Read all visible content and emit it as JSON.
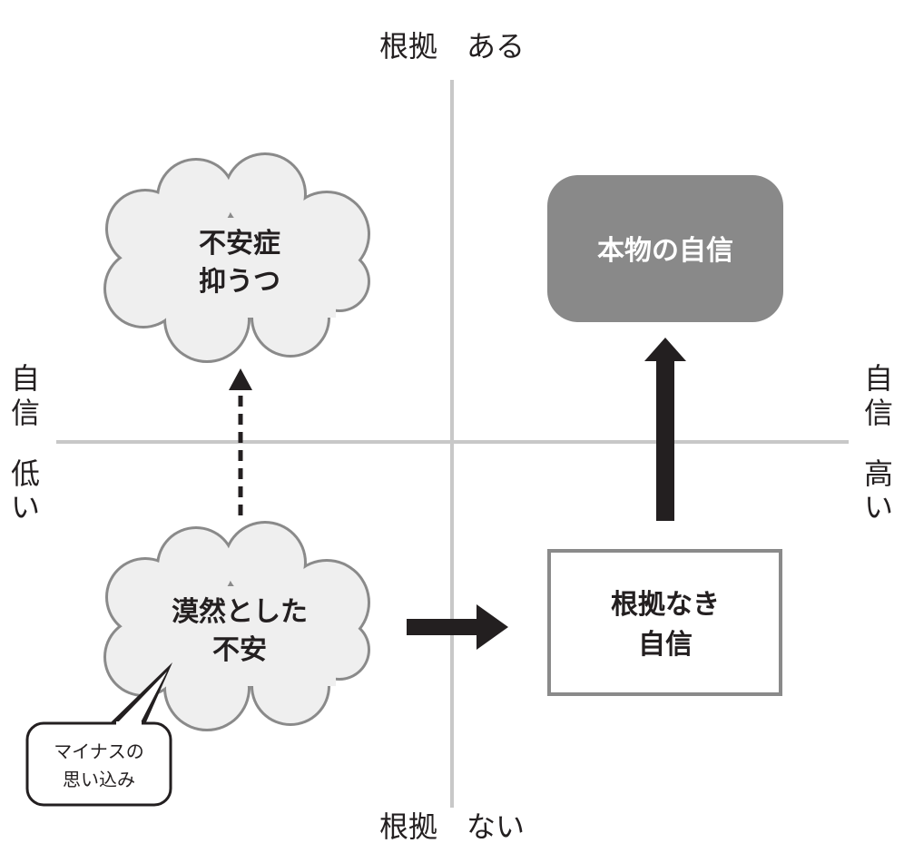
{
  "axes": {
    "top": "根拠　ある",
    "bottom": "根拠　ない",
    "left": [
      "自",
      "信",
      "",
      "低",
      "い"
    ],
    "right": [
      "自",
      "信",
      "",
      "高",
      "い"
    ]
  },
  "nodes": {
    "anxiety_disorder": {
      "lines": [
        "不安症",
        "抑うつ"
      ]
    },
    "true_confidence": {
      "lines": [
        "本物の自信"
      ]
    },
    "vague_anxiety": {
      "lines": [
        "漠然とした",
        "不安"
      ]
    },
    "groundless_confidence": {
      "lines": [
        "根拠なき",
        "自信"
      ]
    }
  },
  "callout": {
    "lines": [
      "マイナスの",
      "思い込み"
    ]
  },
  "colors": {
    "axis": "#c8c8c8",
    "cloud_fill": "#efefef",
    "cloud_stroke": "#8a8a8a",
    "dark_box": "#898989",
    "arrow": "#231f20"
  }
}
